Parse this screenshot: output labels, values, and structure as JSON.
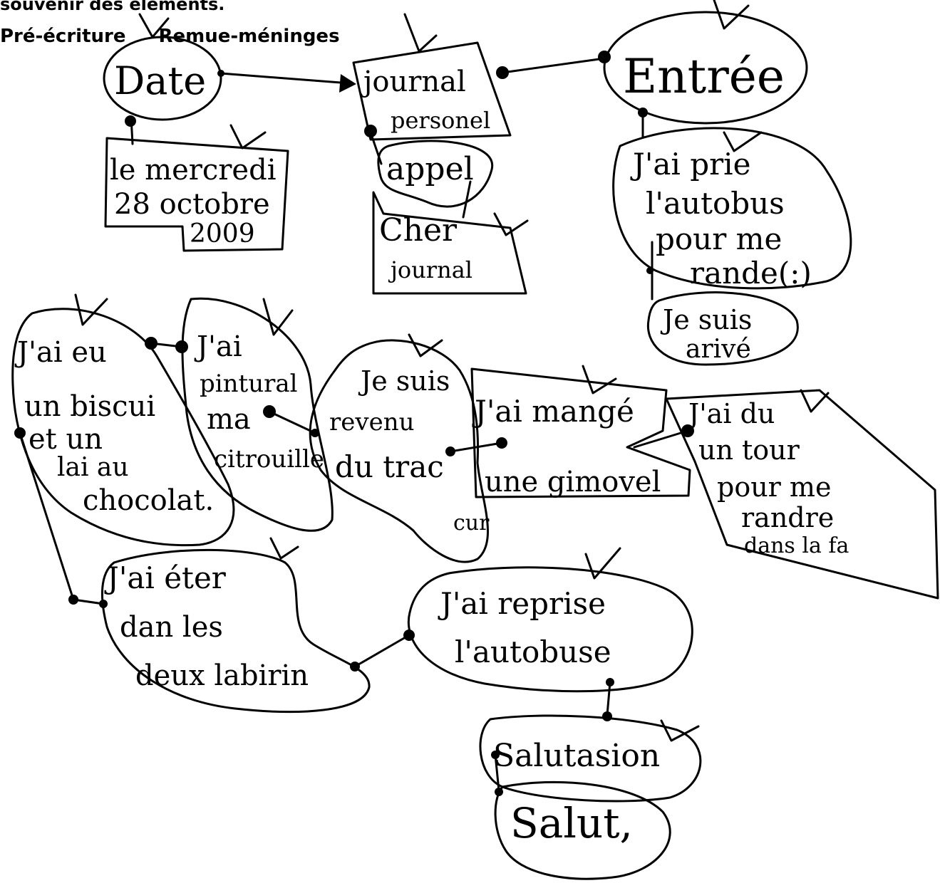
{
  "header": {
    "line1": "souvenir des éléments.",
    "prewriting": "Pré-écriture",
    "brainstorm": "Remue-méninges"
  },
  "nodes": {
    "date": "Date",
    "date_value_1": "le mercredi",
    "date_value_2": "28 octobre",
    "date_value_3": "2009",
    "journal_1": "journal",
    "journal_2": "personel",
    "appel": "appel",
    "cher_1": "Cher",
    "cher_2": "journal",
    "entree": "Entrée",
    "e1_1": "J'ai prie",
    "e1_2": "l'autobus",
    "e1_3": "pour me",
    "e1_4": "rande(:)",
    "e2_1": "Je suis",
    "e2_2": "arivé",
    "e3_1": "J'ai du",
    "e3_2": "un tour",
    "e3_3": "pour me",
    "e3_4": "randre",
    "e3_5": "dans la fa",
    "e4_1": "J'ai mangé",
    "e4_2": "une gimovel",
    "e5_1": "Je suis",
    "e5_2": "revenu",
    "e5_3": "du trac",
    "e5_4": "cur",
    "e6_1": "J'ai",
    "e6_2": "pintural",
    "e6_3": "ma",
    "e6_4": "citrouille",
    "e7_1": "J'ai eu",
    "e7_2": "un biscui",
    "e7_3": "et un",
    "e7_4": "lai au",
    "e7_5": "chocolat.",
    "e8_1": "J'ai éter",
    "e8_2": "dan les",
    "e8_3": "deux labirin",
    "e9_1": "J'ai reprise",
    "e9_2": "l'autobuse",
    "salutation": "Salutasion",
    "salut": "Salut,"
  }
}
